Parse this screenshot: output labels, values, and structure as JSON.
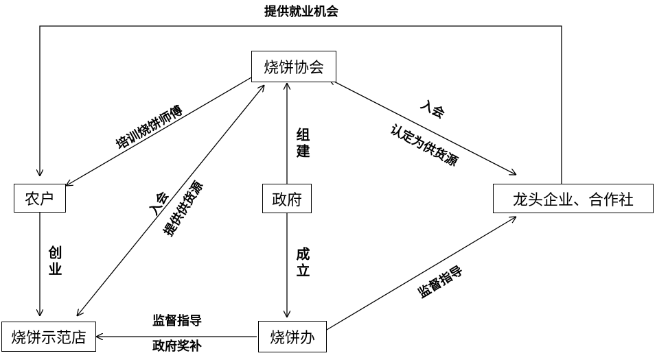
{
  "nodes": {
    "association": "烧饼协会",
    "farmers": "农户",
    "government": "政府",
    "enterprise": "龙头企业、合作社",
    "demo_store": "烧饼示范店",
    "office": "烧饼办"
  },
  "edges": {
    "provide_jobs": "提供就业机会",
    "train_masters": "培训烧饼师傅",
    "join_left": "入会",
    "provide_supply": "提供供货源",
    "organize": "组建",
    "join_right": "入会",
    "certify_supplier": "认定为供货源",
    "start_business": "创业",
    "establish": "成立",
    "supervise_store": "监督指导",
    "gov_subsidy": "政府奖补",
    "supervise_enterprise": "监督指导"
  },
  "colors": {
    "line": "#000000",
    "background": "#ffffff"
  }
}
